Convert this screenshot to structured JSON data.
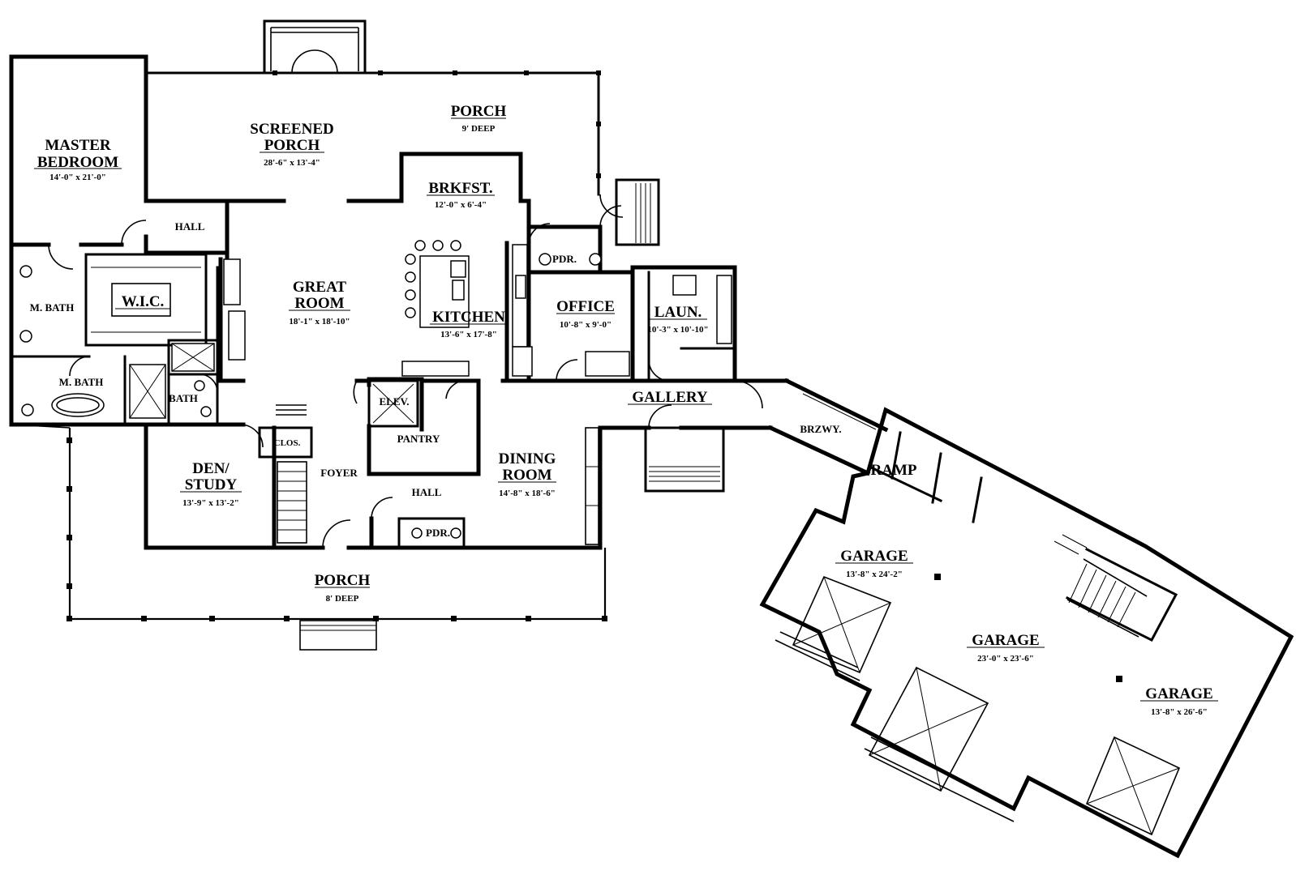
{
  "rooms": {
    "master_bedroom": {
      "line1": "MASTER",
      "line2": "BEDROOM",
      "dims": "14'-0\" x 21'-0\""
    },
    "screened_porch": {
      "line1": "SCREENED",
      "line2": "PORCH",
      "dims": "28'-6\" x 13'-4\""
    },
    "porch_rear": {
      "name": "PORCH",
      "dims": "9' DEEP"
    },
    "brkfst": {
      "name": "BRKFST.",
      "dims": "12'-0\" x 6'-4\""
    },
    "hall_upper": {
      "name": "HALL"
    },
    "wic": {
      "name": "W.I.C."
    },
    "m_bath_1": {
      "name": "M. BATH"
    },
    "m_bath_2": {
      "name": "M. BATH"
    },
    "bath": {
      "name": "BATH"
    },
    "great_room": {
      "line1": "GREAT",
      "line2": "ROOM",
      "dims": "18'-1\" x 18'-10\""
    },
    "kitchen": {
      "name": "KITCHEN",
      "dims": "13'-6\" x 17'-8\""
    },
    "pdr_upper": {
      "name": "PDR."
    },
    "office": {
      "name": "OFFICE",
      "dims": "10'-8\" x 9'-0\""
    },
    "laun": {
      "name": "LAUN.",
      "dims": "10'-3\" x 10'-10\""
    },
    "gallery": {
      "name": "GALLERY"
    },
    "elev": {
      "name": "ELEV."
    },
    "pantry": {
      "name": "PANTRY"
    },
    "clos": {
      "name": "CLOS."
    },
    "foyer": {
      "name": "FOYER"
    },
    "den_study": {
      "line1": "DEN/",
      "line2": "STUDY",
      "dims": "13'-9\" x 13'-2\""
    },
    "hall_lower": {
      "name": "HALL"
    },
    "pdr_lower": {
      "name": "PDR."
    },
    "dining_room": {
      "line1": "DINING",
      "line2": "ROOM",
      "dims": "14'-8\" x 18'-6\""
    },
    "porch_front": {
      "name": "PORCH",
      "dims": "8' DEEP"
    },
    "brzwy": {
      "name": "BRZWY."
    },
    "ramp": {
      "name": "RAMP"
    },
    "garage_left": {
      "name": "GARAGE",
      "dims": "13'-8\" x 24'-2\""
    },
    "garage_center": {
      "name": "GARAGE",
      "dims": "23'-0\" x 23'-6\""
    },
    "garage_right": {
      "name": "GARAGE",
      "dims": "13'-8\" x 26'-6\""
    }
  }
}
